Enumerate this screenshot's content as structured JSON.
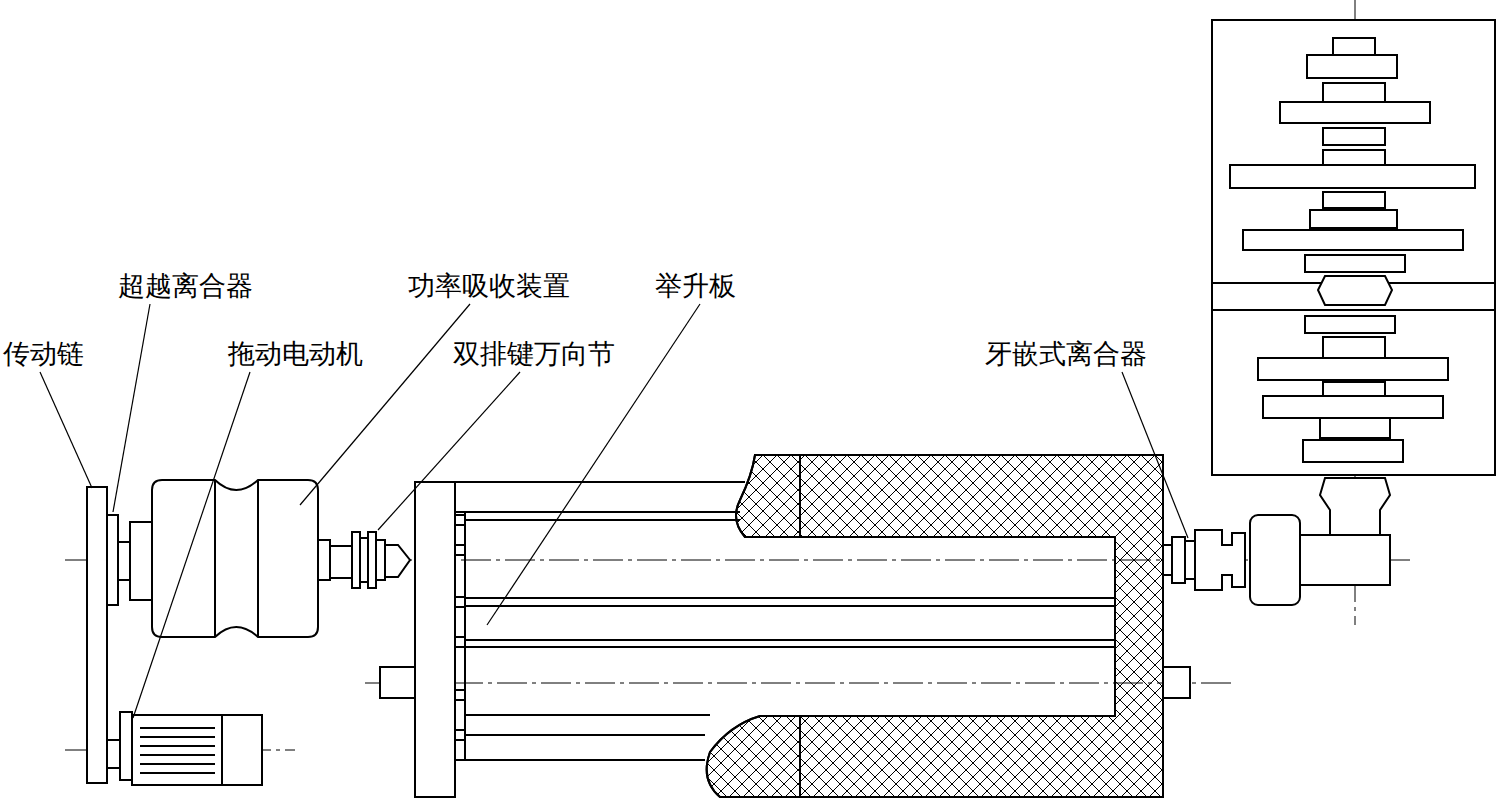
{
  "diagram": {
    "labels": [
      "传动链",
      "超越离合器",
      "拖动电动机",
      "功率吸收装置",
      "双排键万向节",
      "举升板",
      "牙嵌式离合器"
    ]
  }
}
